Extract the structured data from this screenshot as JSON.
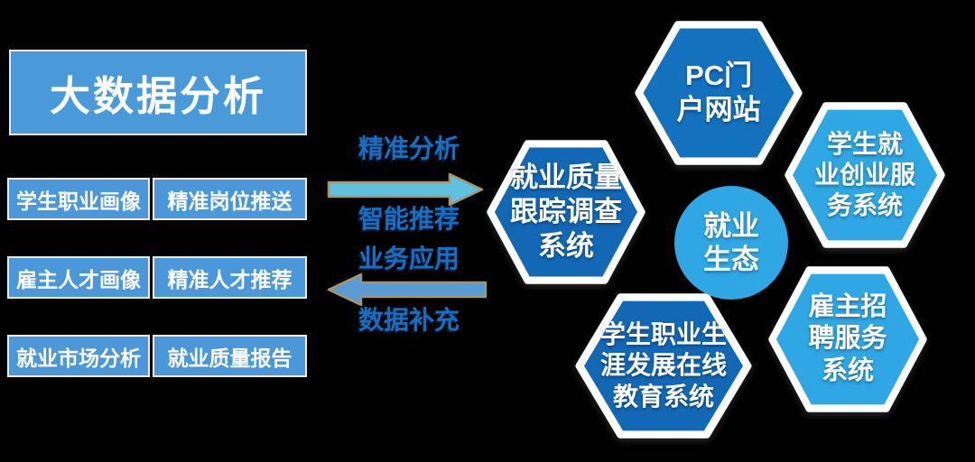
{
  "colors": {
    "background": "#000000",
    "panel_blue": "#4A9AD9",
    "hex_dark_blue": "#1268B5",
    "hex_light_blue": "#2FA7E4",
    "flow_text_blue": "#1670BF",
    "arrow_right_fill": "#5EC1DF",
    "arrow_left_fill": "#5B9BD5",
    "arrow_outline_tan": "#A89468",
    "text_white": "#FFFFFF"
  },
  "left_panel": {
    "title": "大数据分析",
    "rows": [
      {
        "left": "学生职业画像",
        "right": "精准岗位推送"
      },
      {
        "left": "雇主人才画像",
        "right": "精准人才推荐"
      },
      {
        "left": "就业市场分析",
        "right": "就业质量报告"
      }
    ]
  },
  "flow": {
    "labels": [
      "精准分析",
      "智能推荐",
      "业务应用",
      "数据补充"
    ],
    "arrow_right_direction": "left-panel to ecosystem",
    "arrow_left_direction": "ecosystem to left-panel"
  },
  "ecosystem": {
    "center": {
      "lines": [
        "就业",
        "生态"
      ]
    },
    "hexagons": [
      {
        "id": "employment-quality-tracking",
        "lines": [
          "就业质量",
          "跟踪调查",
          "系统"
        ],
        "tone": "dark"
      },
      {
        "id": "pc-portal",
        "lines": [
          "PC门",
          "户网站"
        ],
        "tone": "dark"
      },
      {
        "id": "student-employment-service",
        "lines": [
          "学生就",
          "业创业服",
          "务系统"
        ],
        "tone": "light"
      },
      {
        "id": "career-online-education",
        "lines": [
          "学生职业生",
          "涯发展在线",
          "教育系统"
        ],
        "tone": "dark"
      },
      {
        "id": "employer-recruiting-service",
        "lines": [
          "雇主招",
          "聘服务",
          "系统"
        ],
        "tone": "light"
      }
    ]
  }
}
